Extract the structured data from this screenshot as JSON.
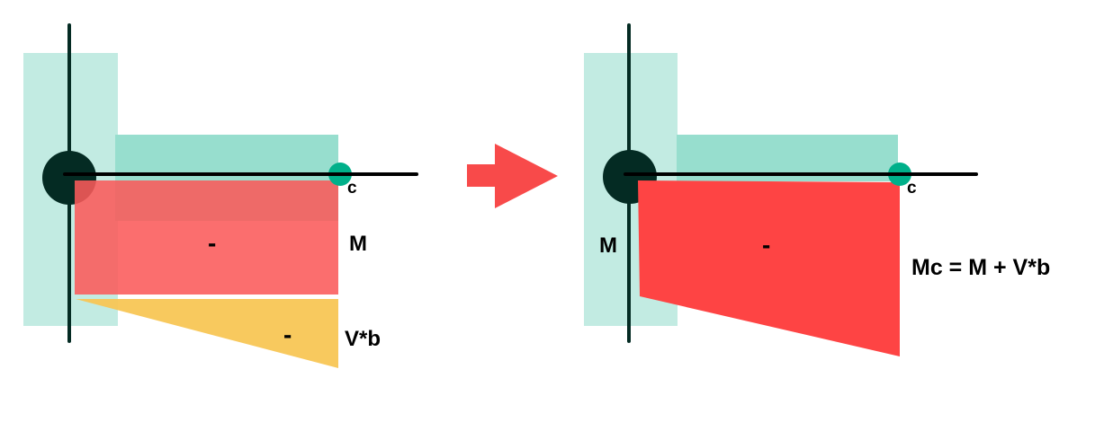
{
  "left": {
    "node_label": "c",
    "moment_sign": "-",
    "moment_label": "M",
    "shear_sign": "-",
    "shear_label": "V*b"
  },
  "right": {
    "node_label": "c",
    "support_moment_label": "M",
    "moment_sign": "-",
    "result_label": "Mc = M + V*b"
  },
  "colors": {
    "column": "#c2ebe2",
    "beam": "#97dece",
    "node_dot": "#00b08a",
    "joint": "#042b23",
    "moment": "#fa6a6a",
    "shear": "#f8c655",
    "result": "#fe4444",
    "arrow": "#f84a4a"
  }
}
